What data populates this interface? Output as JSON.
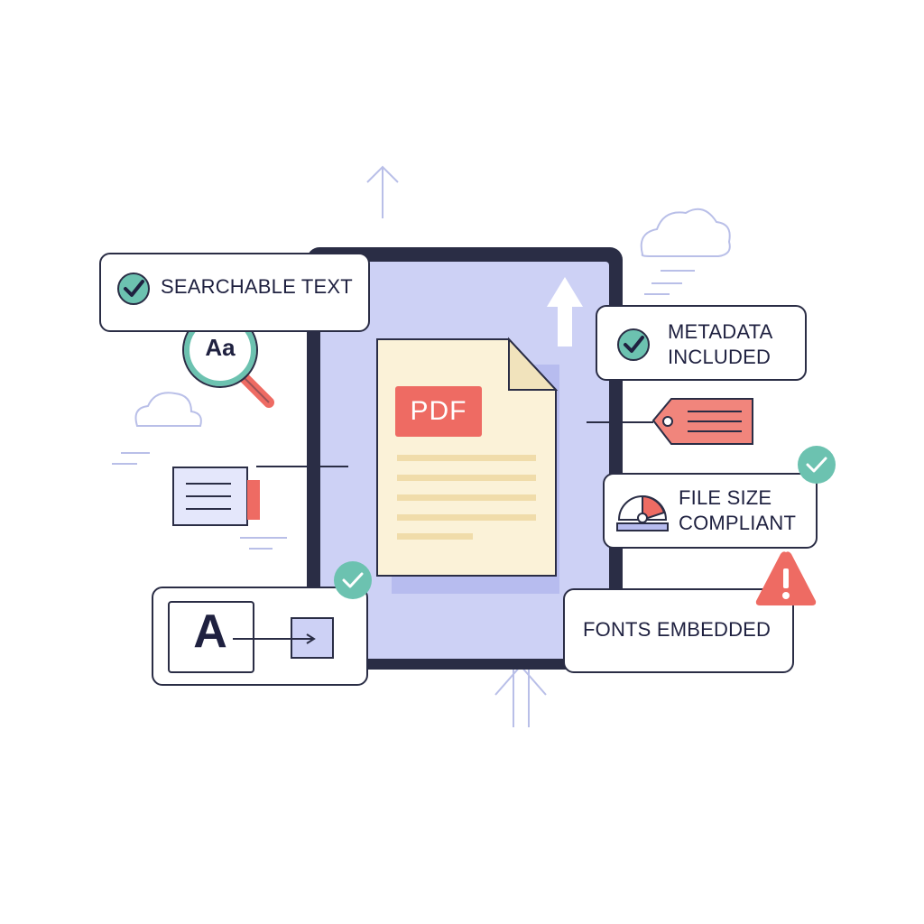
{
  "document": {
    "badge": "PDF"
  },
  "checks": {
    "searchable_text": {
      "label": "SEARCHABLE TEXT",
      "status": "pass",
      "icon": "magnifier-icon",
      "icon_text": "Aa"
    },
    "metadata": {
      "label_line1": "METADATA",
      "label_line2": "INCLUDED",
      "status": "pass",
      "icon": "tag-icon"
    },
    "file_size": {
      "label_line1": "FILE SIZE",
      "label_line2": "COMPLIANT",
      "status": "pass",
      "icon": "gauge-icon"
    },
    "font_conversion": {
      "status": "pass",
      "icon_text": "A",
      "icon": "font-convert-icon"
    },
    "fonts_embedded": {
      "label": "FONTS EMBEDDED",
      "status": "warning",
      "icon": "warning-icon"
    }
  },
  "colors": {
    "pass": "#6cc2b0",
    "warning": "#ee6b63",
    "frame": "#2a2d45",
    "screen": "#cdd1f5",
    "paper": "#fbf2d8",
    "accent_line": "#b9bfe8"
  }
}
